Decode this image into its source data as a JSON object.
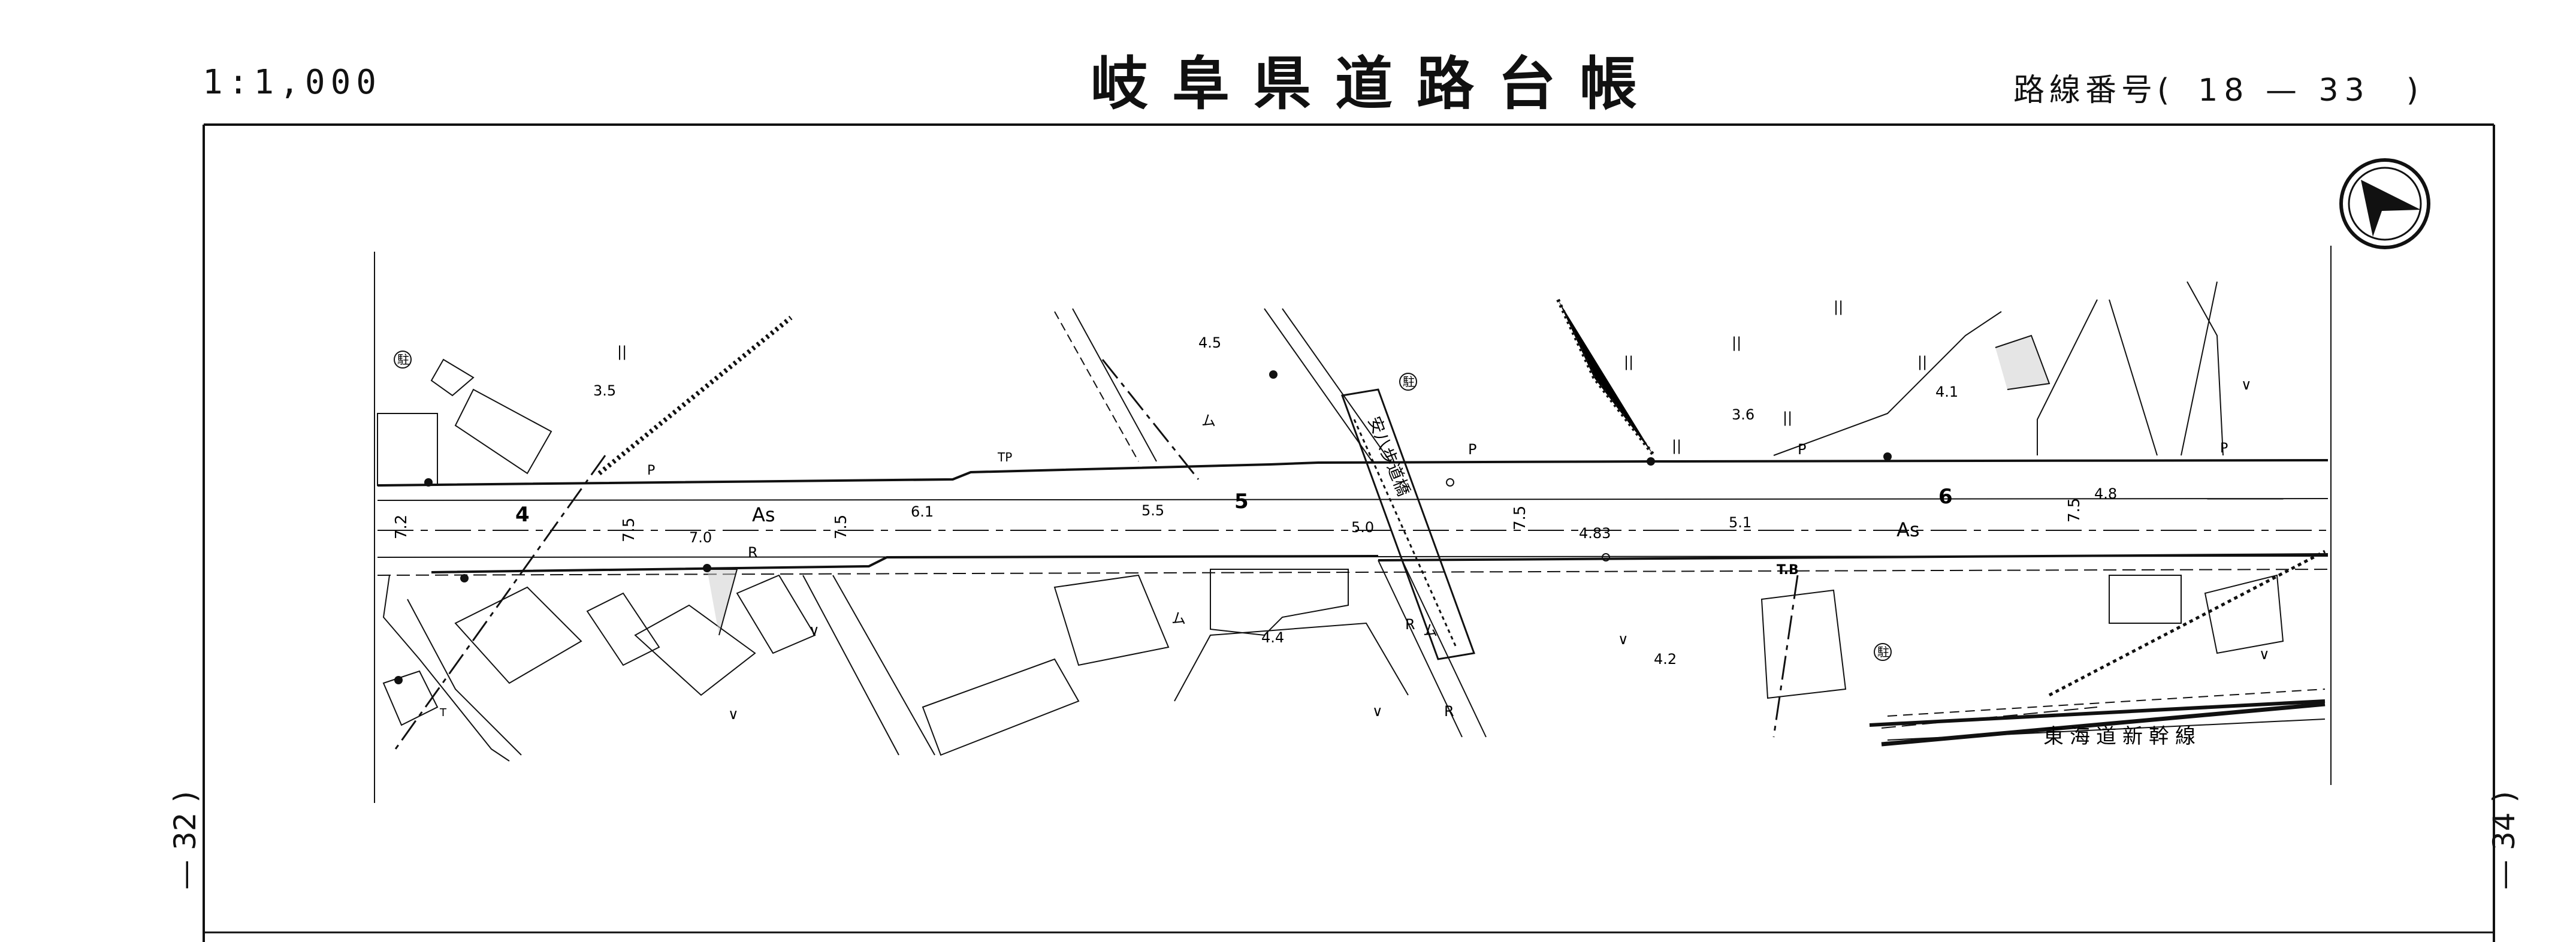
{
  "header": {
    "scale": "1:1,000",
    "title": "岐阜県道路台帳",
    "route_label": "路線番号(",
    "route_number": "18 — 33",
    "route_close": ")"
  },
  "page_refs": {
    "left": "— 32 )",
    "right": "— 34 )"
  },
  "map": {
    "section_numbers": [
      "4",
      "5",
      "6"
    ],
    "surface_label": "As",
    "road_widths": [
      "7.2",
      "7.5",
      "7.5",
      "7.5",
      "7.5"
    ],
    "elevations": [
      "3.5",
      "7.0",
      "6.1",
      "5.5",
      "4.5",
      "5.0",
      "4.4",
      "4.83",
      "3.6",
      "5.1",
      "4.1",
      "4.8",
      "4.2"
    ],
    "labels": {
      "crosswalk_bridge": "安八歩道橋",
      "railway": "東海道新幹線",
      "tb": "T.B",
      "p": "P",
      "r": "R",
      "t": "T",
      "tp": "TP",
      "parking_symbol": "駐",
      "field_mark": "||",
      "orchard_mark": "ム",
      "grass_mark": "∨"
    },
    "north_arrow": "north-arrow"
  }
}
